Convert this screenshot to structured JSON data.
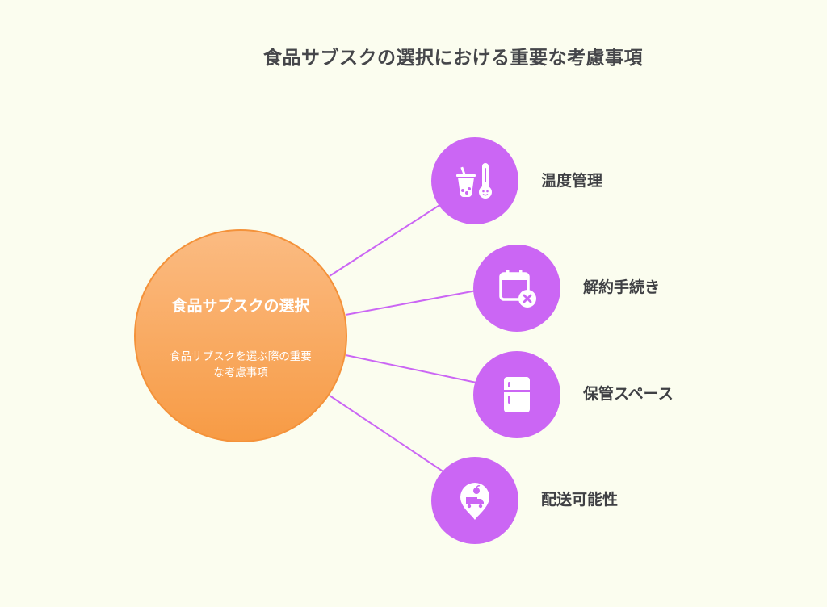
{
  "title": "食品サブスクの選択における重要な考慮事項",
  "hub": {
    "title": "食品サブスクの選択",
    "subtitle": "食品サブスクを選ぶ際の重要な考慮事項"
  },
  "items": [
    {
      "label": "温度管理",
      "icon": "bubble-tea-thermometer-icon"
    },
    {
      "label": "解約手続き",
      "icon": "calendar-cancel-icon"
    },
    {
      "label": "保管スペース",
      "icon": "refrigerator-icon"
    },
    {
      "label": "配送可能性",
      "icon": "delivery-location-pin-icon"
    }
  ],
  "colors": {
    "background": "#fbfdef",
    "hub": "#f79b45",
    "node": "#cb66f4",
    "connector": "#cb66f4",
    "title_text": "#45464a"
  }
}
